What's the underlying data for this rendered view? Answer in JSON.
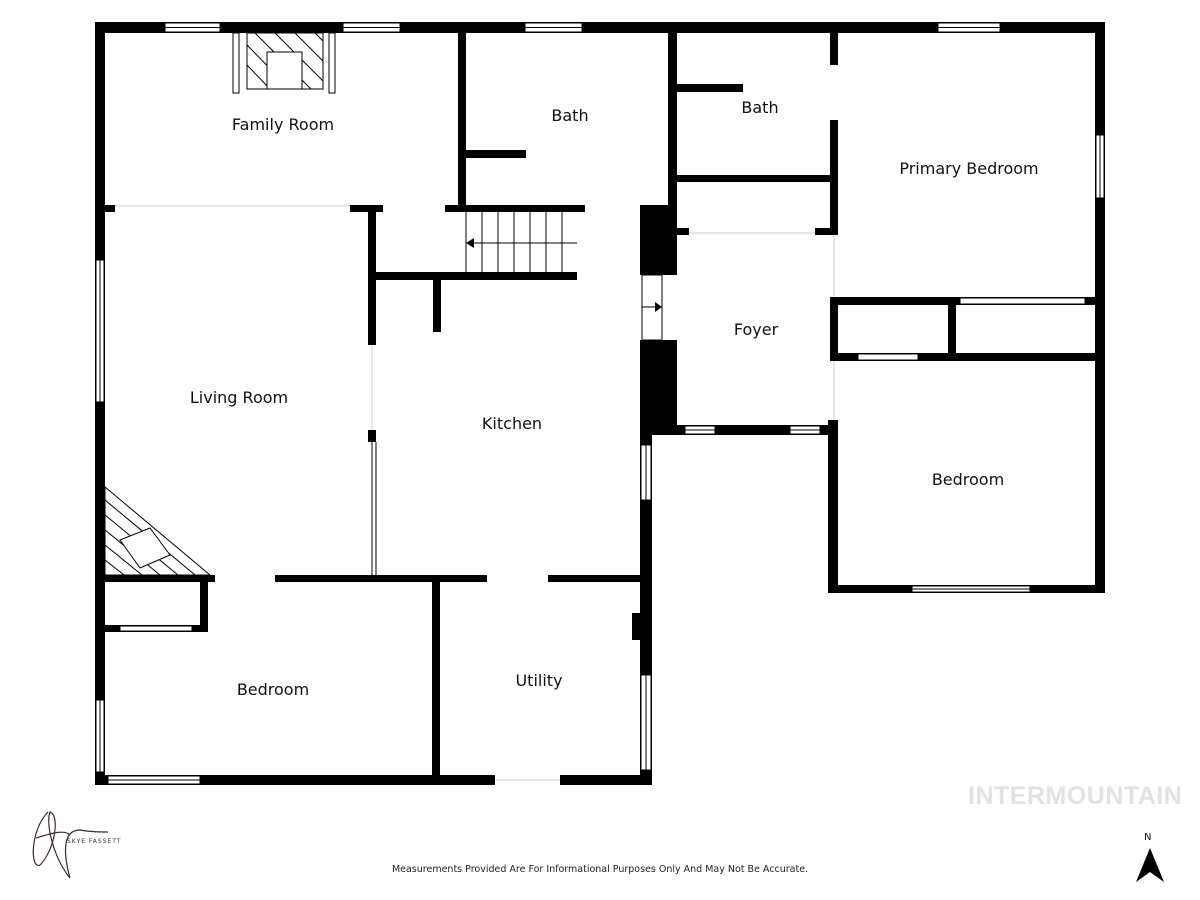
{
  "rooms": {
    "family_room": "Family Room",
    "bath_1": "Bath",
    "bath_2": "Bath",
    "primary_bedroom": "Primary Bedroom",
    "living_room": "Living Room",
    "kitchen": "Kitchen",
    "foyer": "Foyer",
    "bedroom_east": "Bedroom",
    "bedroom_west": "Bedroom",
    "utility": "Utility"
  },
  "footer": {
    "disclaimer": "Measurements Provided Are For Informational Purposes Only And May Not Be Accurate.",
    "watermark": "INTERMOUNTAIN",
    "north_label": "N",
    "logo_text": "SKYE FASSETT"
  },
  "colors": {
    "wall": "#000000",
    "watermark": "#e2e2e2"
  }
}
